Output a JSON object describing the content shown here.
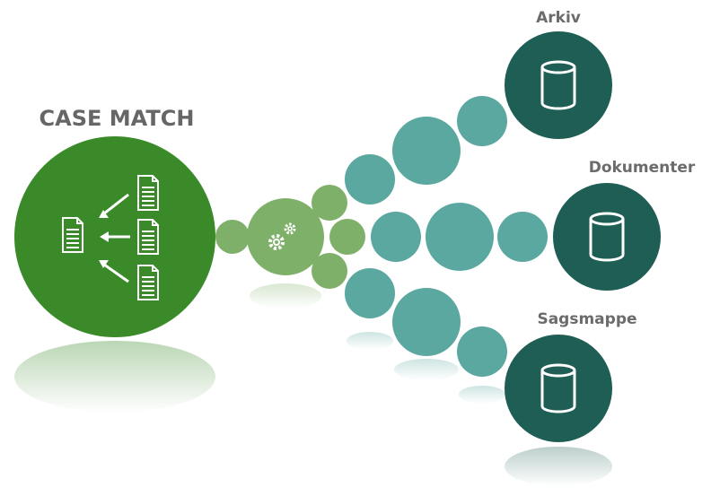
{
  "title": "CASE MATCH",
  "targets": [
    {
      "id": "arkiv",
      "label": "Arkiv",
      "icon": "database-icon"
    },
    {
      "id": "dokumenter",
      "label": "Dokumenter",
      "icon": "database-icon"
    },
    {
      "id": "sagsmappe",
      "label": "Sagsmappe",
      "icon": "database-icon"
    }
  ],
  "hub_icon": "gears-icon",
  "main_icons": [
    "document-icon",
    "arrow-icon"
  ],
  "colors": {
    "main_green": "#3a8a2a",
    "light_green": "#7fb069",
    "teal_light": "#5aa8a0",
    "teal_mid": "#4f9e97",
    "teal_dark": "#1f5e55",
    "title_gray": "#666666",
    "label_gray": "#6b6b6b",
    "white": "#ffffff"
  }
}
